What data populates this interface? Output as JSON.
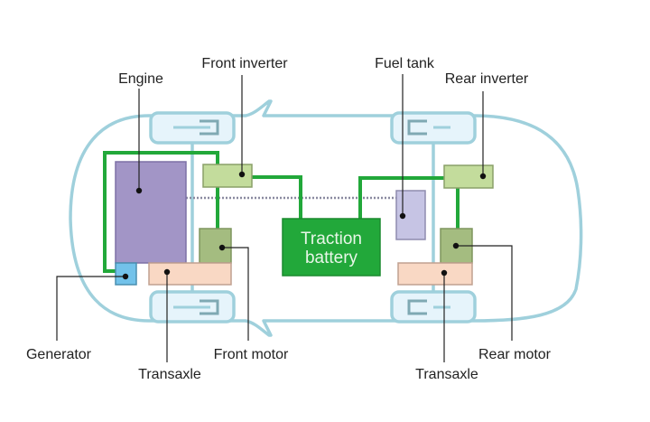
{
  "diagram": {
    "title": "Hybrid vehicle powertrain layout",
    "colors": {
      "body_outline": "#9fd0dc",
      "wheel_fill": "#e6f4fb",
      "axle": "#9fd0dc",
      "clutch": "#7fa9b3",
      "hv_cable": "#22a83a",
      "engine": "#a295c6",
      "generator": "#72c2ea",
      "inverter": "#c3dc9c",
      "motor": "#a4bc80",
      "transaxle": "#f9d8c4",
      "fuel_tank": "#c6c4e4",
      "battery": "#22a83a",
      "leader": "#222222",
      "fuel_line": "#8a8aa0"
    },
    "labels": {
      "engine": "Engine",
      "front_inverter": "Front inverter",
      "fuel_tank": "Fuel tank",
      "rear_inverter": "Rear inverter",
      "generator": "Generator",
      "front_transaxle": "Transaxle",
      "front_motor": "Front motor",
      "rear_transaxle": "Transaxle",
      "rear_motor": "Rear motor",
      "battery_line1": "Traction",
      "battery_line2": "battery"
    },
    "components": [
      {
        "id": "engine",
        "label": "Engine"
      },
      {
        "id": "generator",
        "label": "Generator"
      },
      {
        "id": "front-inverter",
        "label": "Front inverter"
      },
      {
        "id": "front-motor",
        "label": "Front motor"
      },
      {
        "id": "front-transaxle",
        "label": "Transaxle"
      },
      {
        "id": "traction-battery",
        "label": "Traction battery"
      },
      {
        "id": "fuel-tank",
        "label": "Fuel tank"
      },
      {
        "id": "rear-inverter",
        "label": "Rear inverter"
      },
      {
        "id": "rear-motor",
        "label": "Rear motor"
      },
      {
        "id": "rear-transaxle",
        "label": "Transaxle"
      }
    ]
  }
}
